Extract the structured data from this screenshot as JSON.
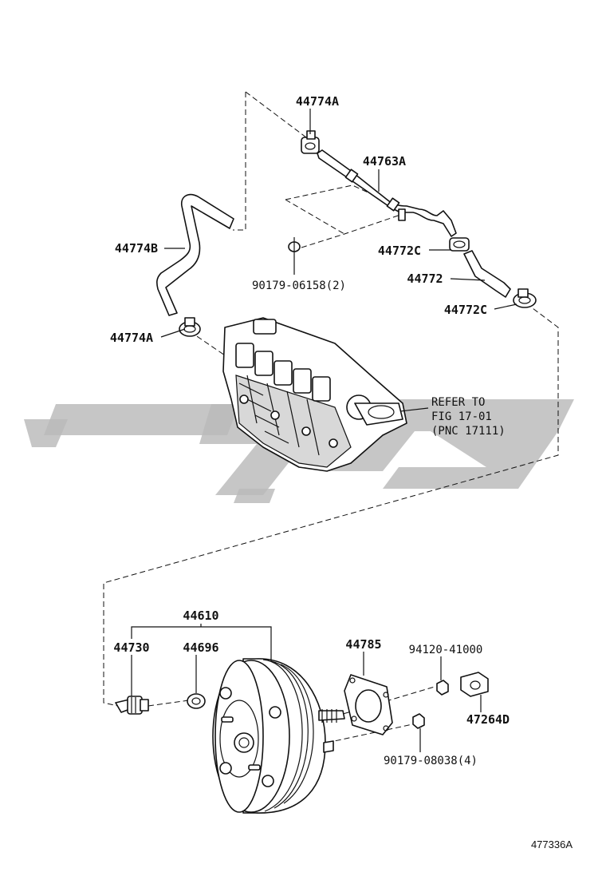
{
  "labels": {
    "clamp_a_top": "44774A",
    "tube_a": "44763A",
    "hose_b": "44774B",
    "gasket_ref": "90179-06158(2)",
    "clamp_c_upper": "44772C",
    "hose": "44772",
    "clamp_c_lower": "44772C",
    "clamp_a_lower": "44774A",
    "refer_line1": "REFER TO",
    "refer_line2": "FIG 17-01",
    "refer_line3": "(PNC 17111)",
    "booster_assy": "44610",
    "check_valve": "44730",
    "grommet": "44696",
    "booster_gasket": "44785",
    "nut_small": "94120-41000",
    "bracket": "47264D",
    "nut_set": "90179-08038(4)"
  },
  "figure_id": "477336A"
}
